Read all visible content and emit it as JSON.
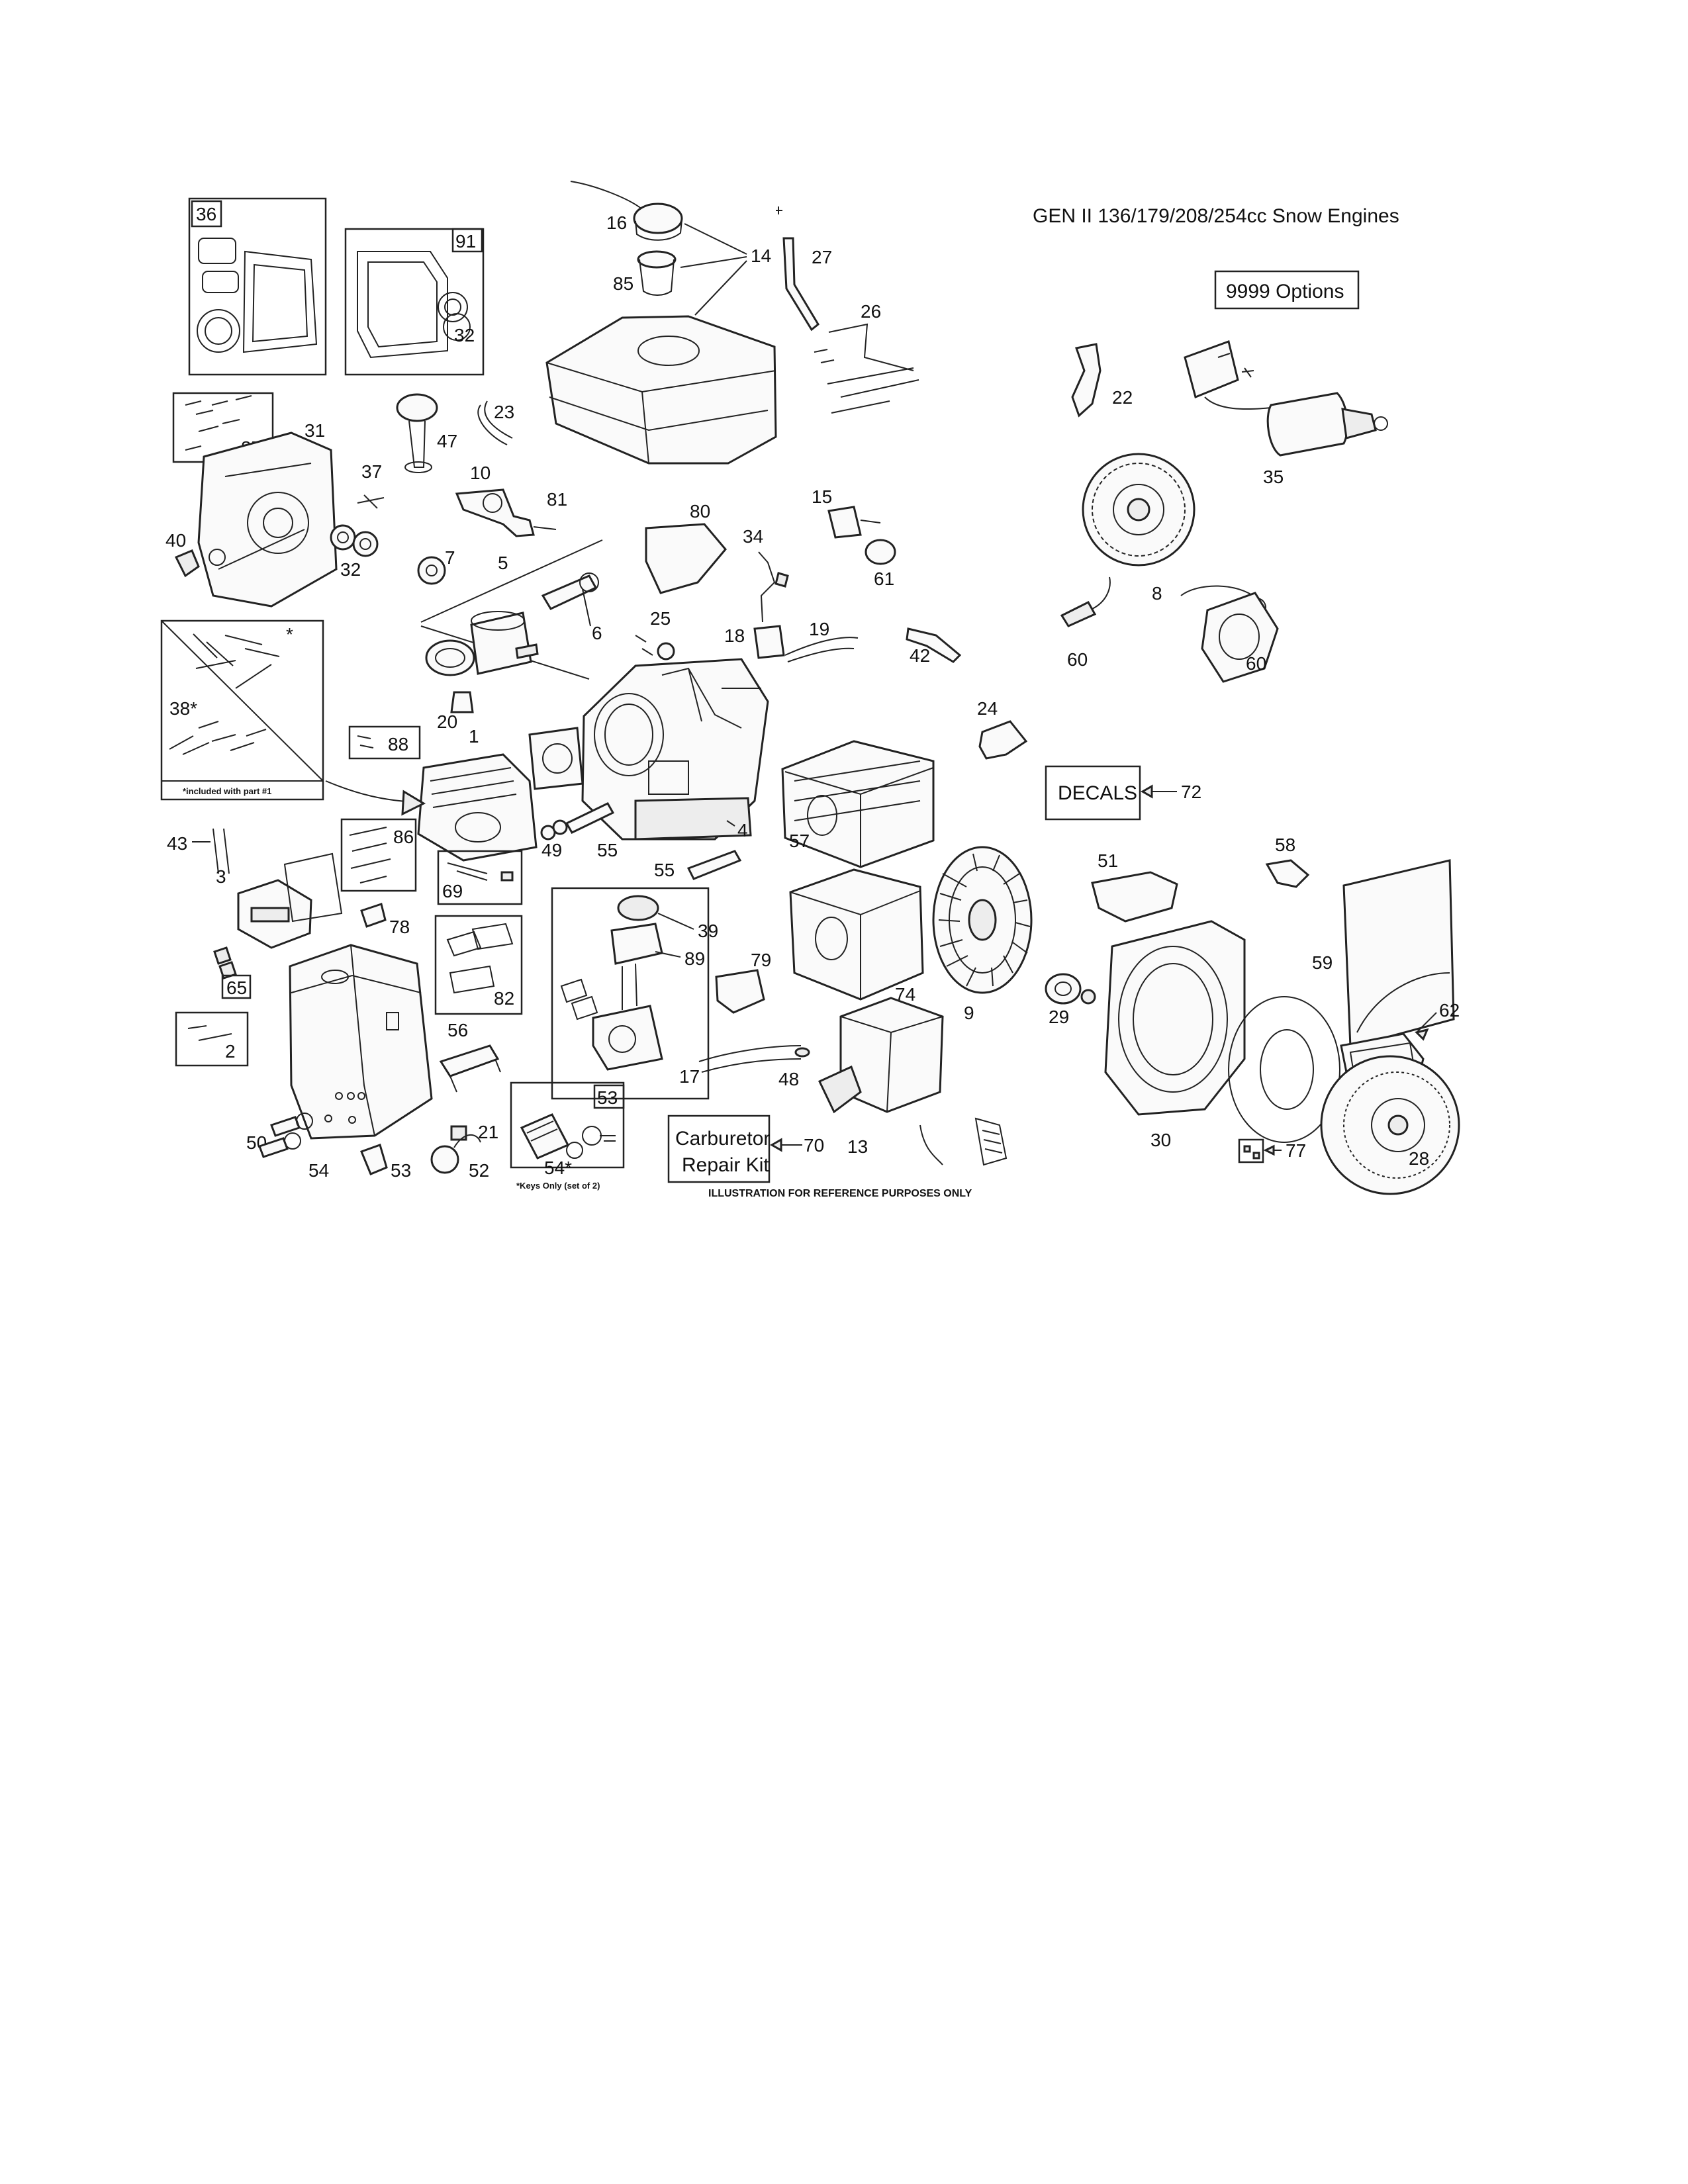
{
  "title": "GEN II 136/179/208/254cc Snow Engines",
  "disclaimer": "ILLUSTRATION FOR REFERENCE PURPOSES ONLY",
  "boxes": {
    "options": "9999 Options",
    "decals": "DECALS",
    "decals_ref": "72",
    "carb_kit_line1": "Carburetor",
    "carb_kit_line2": "Repair Kit",
    "carb_kit_ref": "70",
    "valve_note": "*included with part #1",
    "keys_note": "*Keys Only (set of 2)"
  },
  "parts": {
    "p1": "1",
    "p2": "2",
    "p3": "3",
    "p4": "4",
    "p5": "5",
    "p6": "6",
    "p7": "7",
    "p8": "8",
    "p9": "9",
    "p10": "10",
    "p13": "13",
    "p14": "14",
    "p15": "15",
    "p16": "16",
    "p17": "17",
    "p18": "18",
    "p19": "19",
    "p20": "20",
    "p21": "21",
    "p22": "22",
    "p23": "23",
    "p24": "24",
    "p25": "25",
    "p26": "26",
    "p27": "27",
    "p28": "28",
    "p29": "29",
    "p30": "30",
    "p31": "31",
    "p32a": "32",
    "p32b": "32",
    "p34": "34",
    "p35": "35",
    "p36": "36",
    "p37": "37",
    "p38": "38*",
    "p39": "39",
    "p40": "40",
    "p42": "42",
    "p43": "43",
    "p47": "47",
    "p48": "48",
    "p49": "49",
    "p50": "50",
    "p51": "51",
    "p52": "52",
    "p53a": "53",
    "p53b": "53",
    "p54a": "54",
    "p54b": "54*",
    "p55a": "55",
    "p55b": "55",
    "p56": "56",
    "p57": "57",
    "p58": "58",
    "p59": "59",
    "p60a": "60",
    "p60b": "60",
    "p61": "61",
    "p62": "62",
    "p65": "65",
    "p69": "69",
    "p74": "74",
    "p77": "77",
    "p78": "78",
    "p79": "79",
    "p80": "80",
    "p81": "81",
    "p82": "82",
    "p85": "85",
    "p86": "86",
    "p87": "87",
    "p88": "88",
    "p89": "89",
    "p91": "91"
  }
}
